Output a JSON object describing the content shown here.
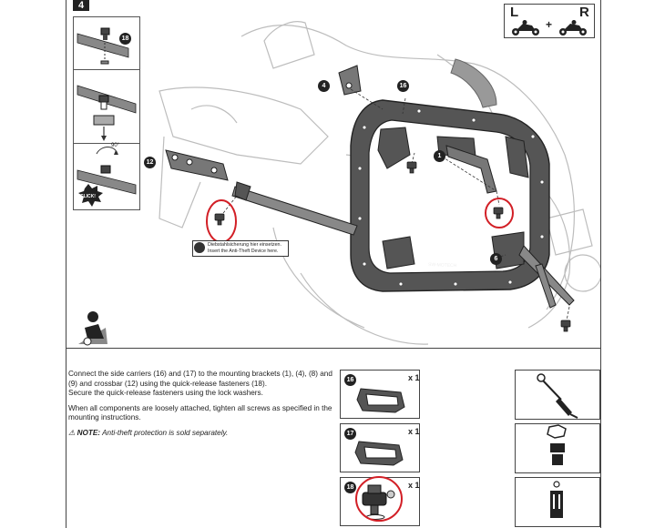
{
  "step": {
    "number": "4"
  },
  "orientation": {
    "left": "L",
    "right": "R",
    "plus": "+"
  },
  "callouts": {
    "c4": "4",
    "c16": "16",
    "c1": "1",
    "c12": "12",
    "c6": "6",
    "c18": "18"
  },
  "inset": {
    "click_label": "CLICK!",
    "angle_label": "90°",
    "callout": "18"
  },
  "antitheft_label": {
    "line1": "Diebstahlsicherung hier einsetzen.",
    "line2": "Insert the Anti-Theft Device here."
  },
  "instructions": {
    "paragraph1": "Connect the side carriers (16) and (17) to the mounting brackets (1), (4), (8) and (9) and crossbar (12) using the quick-release fasteners (18).",
    "paragraph1b": "Secure the quick-release fasteners using the lock washers.",
    "paragraph2": "When all components are loosely attached, tighten all screws as specified in the mounting instructions.",
    "note_label": "NOTE:",
    "note_text": "Anti-theft protection is sold separately."
  },
  "parts": [
    {
      "number": "16",
      "qty": "x 1"
    },
    {
      "number": "17",
      "qty": "x 1"
    },
    {
      "number": "18",
      "qty": "x 1"
    }
  ],
  "tools": [
    {
      "icon": "torque-wrench-icon"
    },
    {
      "icon": "socket-bit-icon"
    },
    {
      "icon": "hex-key-icon"
    }
  ],
  "colors": {
    "highlight": "#d21f26",
    "line": "#444444",
    "part_fill": "#555555"
  }
}
